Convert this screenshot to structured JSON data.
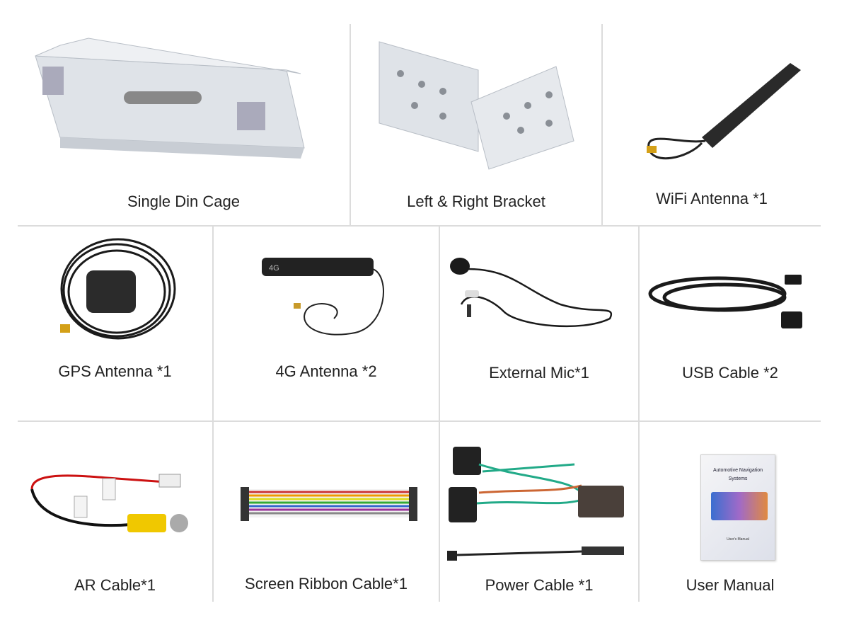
{
  "items": [
    {
      "label": "Single Din Cage"
    },
    {
      "label": "Left & Right Bracket"
    },
    {
      "label": "WiFi Antenna *1"
    },
    {
      "label": "GPS Antenna *1"
    },
    {
      "label": "4G Antenna *2"
    },
    {
      "label": "External Mic*1"
    },
    {
      "label": "USB Cable *2"
    },
    {
      "label": "AR Cable*1"
    },
    {
      "label": "Screen Ribbon Cable*1"
    },
    {
      "label": "Power Cable *1"
    },
    {
      "label": "User Manual"
    }
  ],
  "antenna_marking": "4G",
  "manual": {
    "title": "Automotive Navigation Systems",
    "subtitle": "User's Manual"
  }
}
